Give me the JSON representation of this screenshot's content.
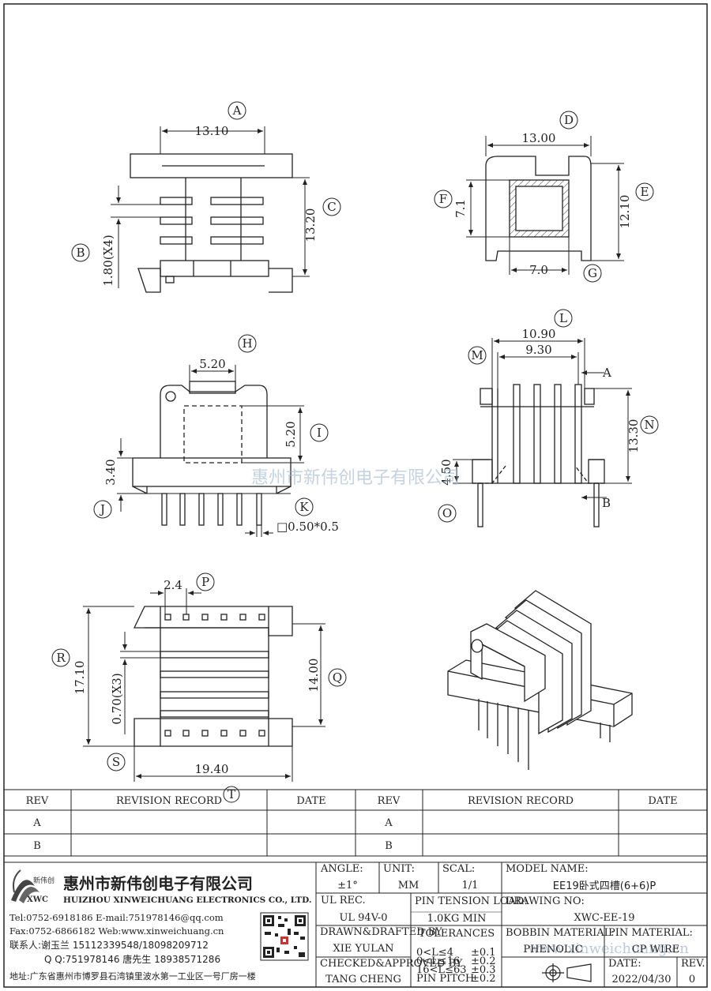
{
  "watermark": "惠州市新伟创电子有限公司",
  "watermark_web": "www.xinweichuang.cn",
  "drawing": {
    "top_view": {
      "labels": {
        "A": "A",
        "B": "B",
        "C": "C"
      },
      "dims": {
        "A": "13.10",
        "B": "1.80(X4)",
        "C": "13.20"
      }
    },
    "side_view": {
      "labels": {
        "D": "D",
        "E": "E",
        "F": "F",
        "G": "G"
      },
      "dims": {
        "D": "13.00",
        "E": "12.10",
        "F": "7.1",
        "G": "7.0"
      }
    },
    "front_view": {
      "labels": {
        "H": "H",
        "I": "I",
        "J": "J",
        "K": "K"
      },
      "dims": {
        "H": "5.20",
        "I": "5.20",
        "J": "3.40",
        "K": "□0.50*0.5"
      }
    },
    "right_view": {
      "labels": {
        "L": "L",
        "M": "M",
        "N": "N",
        "O": "O",
        "A": "A",
        "B": "B"
      },
      "dims": {
        "L": "10.90",
        "M": "9.30",
        "N": "13.30",
        "O": "4.50"
      }
    },
    "bottom_view": {
      "labels": {
        "P": "P",
        "Q": "Q",
        "R": "R",
        "S": "S",
        "T": "T"
      },
      "dims": {
        "P": "2.4",
        "Q": "14.00",
        "R": "17.10",
        "Q2": "0.70(X3)",
        "S": "19.40"
      }
    }
  },
  "revision_table": {
    "headers": [
      "REV",
      "REVISION RECORD",
      "DATE",
      "REV",
      "REVISION RECORD",
      "DATE"
    ],
    "rows": [
      [
        "A",
        "",
        "",
        "A",
        "",
        ""
      ],
      [
        "B",
        "",
        "",
        "B",
        "",
        ""
      ]
    ]
  },
  "company": {
    "logo_cn": "新伟创",
    "logo_en": "XWC",
    "name_cn": "惠州市新伟创电子有限公司",
    "name_en": "HUIZHOU XINWEICHUANG ELECTRONICS CO., LTD.",
    "tel_line": "Tel:0752-6918186 E-mail:751978146@qq.com",
    "fax_line": "Fax:0752-6866182 Web:www.xinweichuang.cn",
    "contact_line": "联系人:谢玉兰 15112339548/18098209712",
    "qq_line": "Q Q:751978146   唐先生 18938571286",
    "address_line": "地址:广东省惠州市博罗县石湾镇里波水第一工业区一号厂房一楼"
  },
  "title_block": {
    "angle_label": "ANGLE:",
    "angle_value": "±1°",
    "unit_label": "UNIT:",
    "unit_value": "MM",
    "scale_label": "SCAL:",
    "scale_value": "1/1",
    "model_label": "MODEL NAME:",
    "model_value": "EE19卧式四槽(6+6)P",
    "ul_label": "UL REC.",
    "ul_value": "UL 94V-0",
    "pin_tension_label": "PIN TENSION LOAD:",
    "pin_tension_value": "1.0KG MIN",
    "drawing_no_label": "DRAWING NO:",
    "drawing_no_value": "XWC-EE-19",
    "drawn_label": "DRAWN&DRAFTED BY",
    "drawn_value": "XIE YULAN",
    "tolerances_label": "TOLERANCES",
    "tol_rows": [
      [
        "0<L≤4",
        "±0.1"
      ],
      [
        "0<L≤16",
        "±0.2"
      ],
      [
        "16<L≤63",
        "±0.3"
      ],
      [
        "PIN PITCH",
        "±0.2"
      ]
    ],
    "bobbin_label": "BOBBIN MATERIAL:",
    "bobbin_value": "PHENOLIC",
    "pin_mat_label": "PIN MATERIAL:",
    "pin_mat_value": "CP WIRE",
    "checked_label": "CHECKED&APPROVED BY",
    "checked_value": "TANG CHENG",
    "date_label": "DATE:",
    "date_value": "2022/04/30",
    "rev_label": "REV.",
    "rev_value": "0"
  }
}
